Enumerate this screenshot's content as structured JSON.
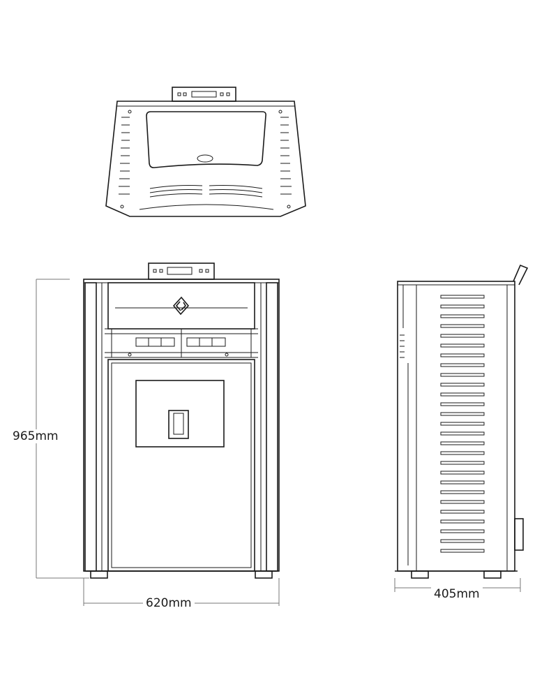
{
  "dimensions": {
    "height": "965mm",
    "width": "620mm",
    "depth": "405mm"
  },
  "colors": {
    "line": "#1a1a1a",
    "dimension_line": "#777777",
    "background": "#ffffff"
  }
}
